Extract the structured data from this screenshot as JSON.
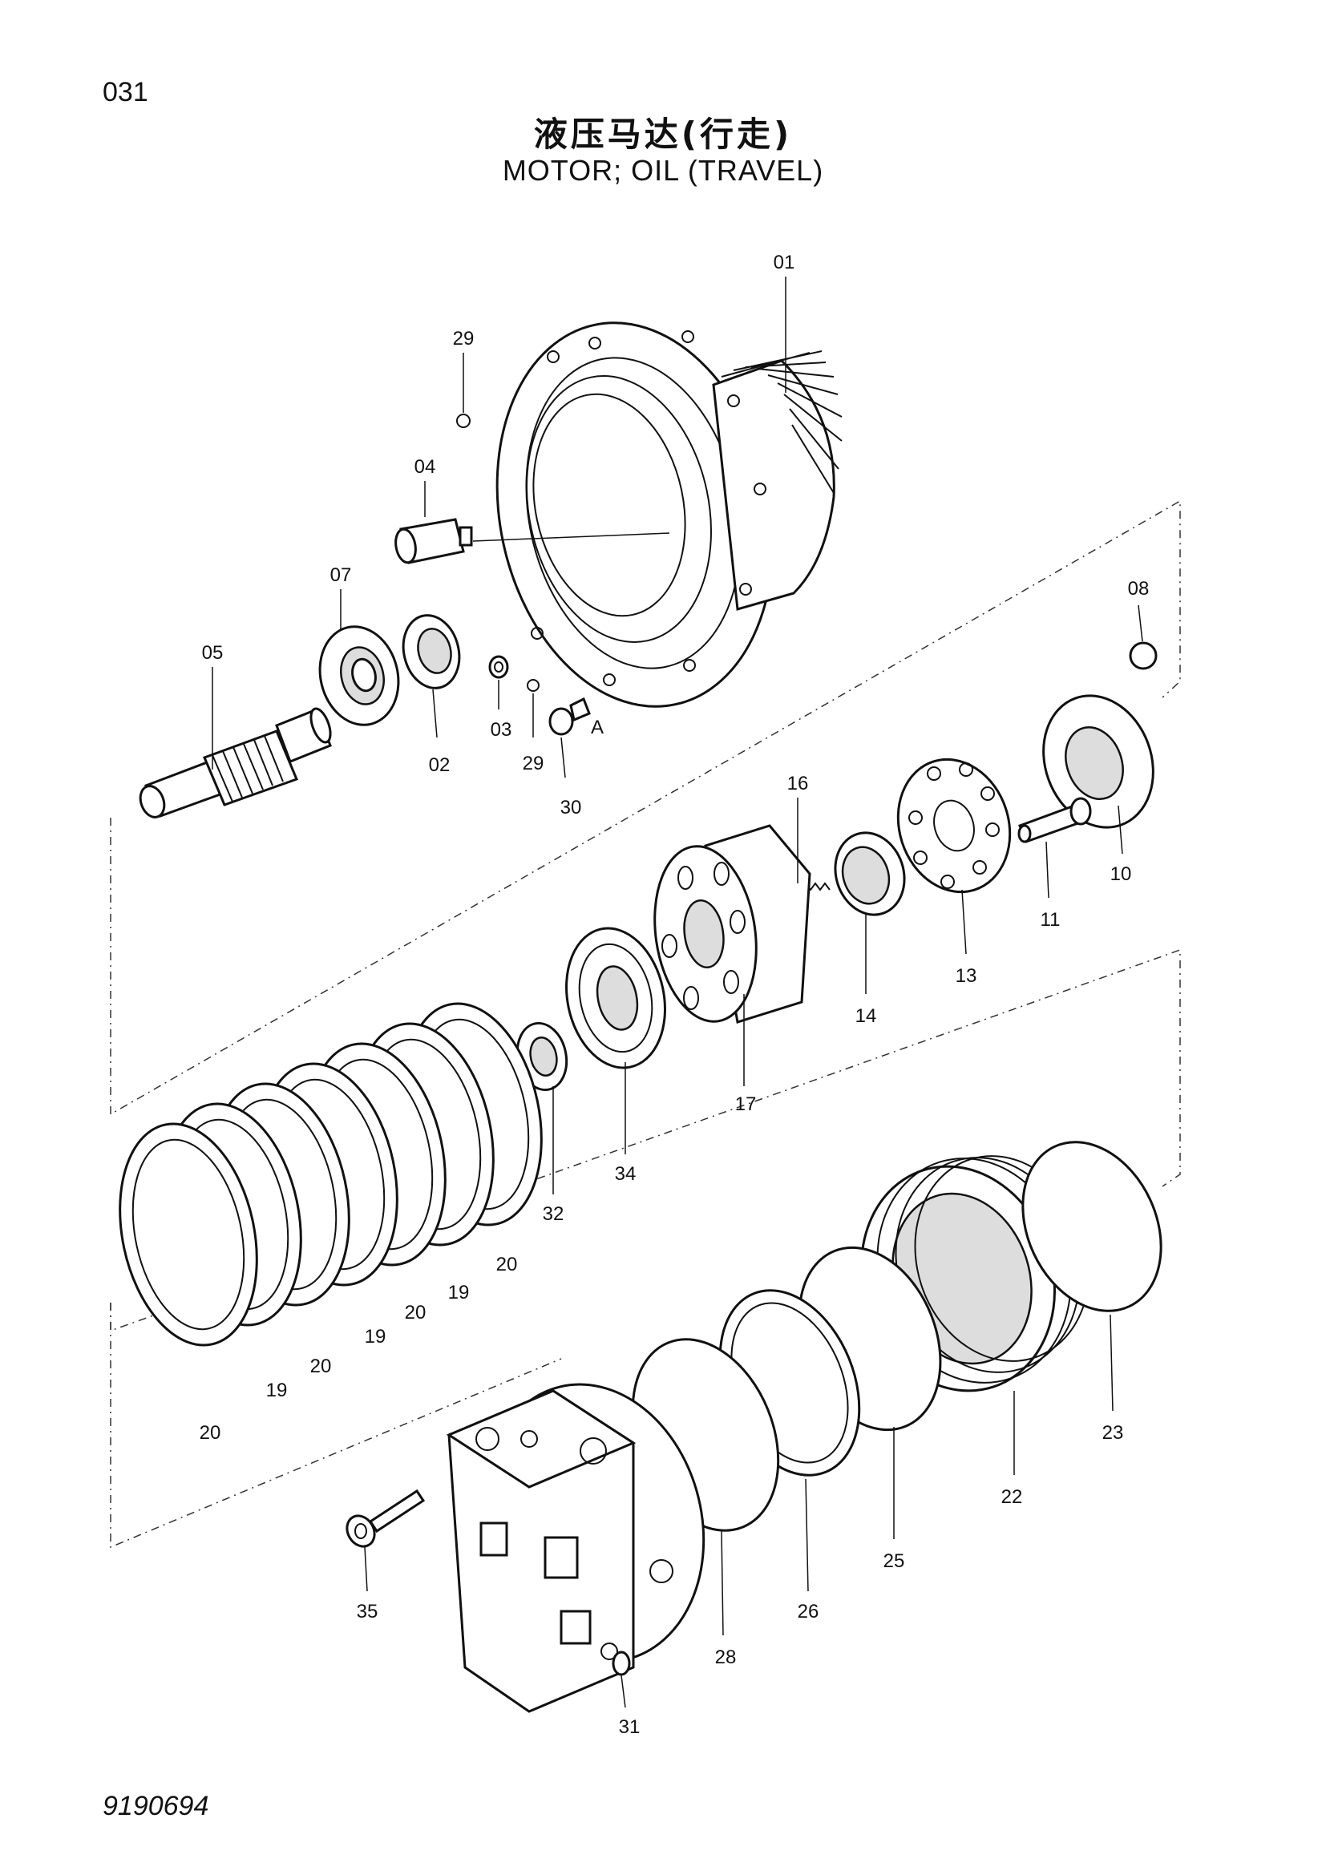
{
  "page_code": "031",
  "title_cn": "液压马达(行走)",
  "title_en": "MOTOR; OIL (TRAVEL)",
  "doc_number": "9190694",
  "detail_mark": "A",
  "part_labels": {
    "p01": "01",
    "p02": "02",
    "p03": "03",
    "p04": "04",
    "p05": "05",
    "p07": "07",
    "p08": "08",
    "p10": "10",
    "p11": "11",
    "p13": "13",
    "p14": "14",
    "p16": "16",
    "p17": "17",
    "p19": "19",
    "p20": "20",
    "p22": "22",
    "p23": "23",
    "p25": "25",
    "p26": "26",
    "p28": "28",
    "p29": "29",
    "p30": "30",
    "p31": "31",
    "p32": "32",
    "p34": "34",
    "p35": "35"
  }
}
